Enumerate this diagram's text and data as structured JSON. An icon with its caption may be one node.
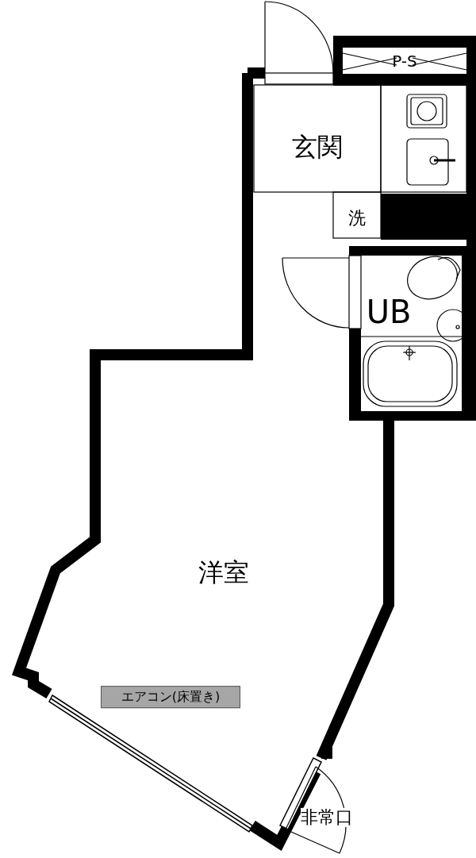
{
  "diagram": {
    "nodes": [
      {
        "text": [
          "P-S"
        ]
      },
      {
        "text": [
          "玄関"
        ]
      },
      {
        "text": [
          "洗"
        ]
      },
      {
        "text": [
          "UB"
        ]
      },
      {
        "text": [
          "洋室"
        ]
      },
      {
        "text": [
          "エアコン(床置き)"
        ]
      }
    ],
    "labels": [
      "非常口"
    ]
  }
}
